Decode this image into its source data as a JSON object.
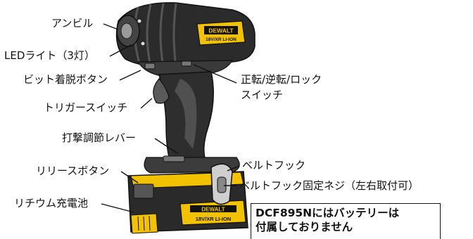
{
  "labels": {
    "anvil": "アンビル",
    "led_light": "LEDライト（3灯）",
    "bit_release_button": "ビット着脱ボタン",
    "trigger_switch": "トリガースイッチ",
    "impact_adjust_lever": "打撃調節レバー",
    "release_button": "リリースボタン",
    "lithium_battery": "リチウム充電池",
    "direction_switch_line1": "正転/逆転/ロック",
    "direction_switch_line2": "スイッチ",
    "belt_hook": "ベルトフック",
    "belt_hook_screw": "ベルトフック固定ネジ（左右取付可）"
  },
  "note": {
    "line1": "DCF895Nにはバッテリーは",
    "line2": "付属しておりません"
  },
  "tool_markings": {
    "brand": "DEWALT",
    "head_badge": "18V/XR LI-ION",
    "battery_badge": "18V/XR LI-ION"
  },
  "colors": {
    "body_dark": "#2a2a2a",
    "body_mid": "#555555",
    "accent_yellow": "#f2c200",
    "leader_line": "#111111"
  }
}
